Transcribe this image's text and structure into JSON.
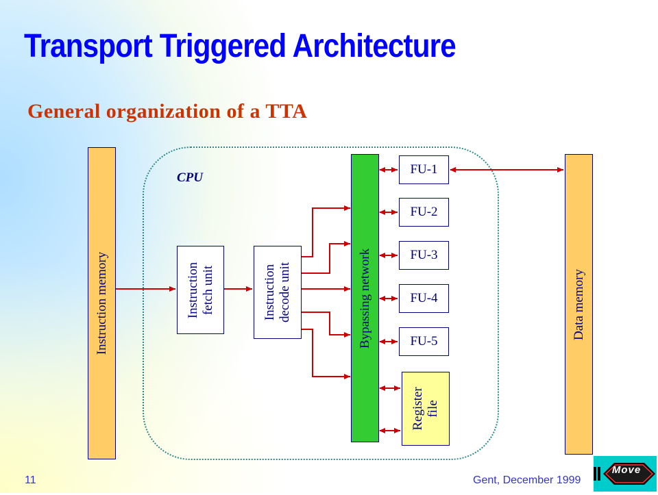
{
  "slide": {
    "title": "Transport Triggered Architecture",
    "subtitle": "General organization of a TTA",
    "slide_number": "11",
    "footer": "Gent, December 1999",
    "logo_text": "Move"
  },
  "diagram": {
    "cpu_label": "CPU",
    "instruction_memory": "Instruction memory",
    "fetch_unit": [
      "Instruction",
      "fetch unit"
    ],
    "decode_unit": [
      "Instruction",
      "decode unit"
    ],
    "bypassing_network": "Bypassing network",
    "functional_units": [
      "FU-1",
      "FU-2",
      "FU-3",
      "FU-4",
      "FU-5"
    ],
    "register_file": [
      "Register",
      "file"
    ],
    "data_memory": "Data memory"
  },
  "colors": {
    "title": "#0000ff",
    "subtitle": "#cc3300",
    "memory_fill": "#ffcc66",
    "network_fill": "#33cc33",
    "register_fill": "#ffff99",
    "wire": "#cc0000",
    "text": "#000080"
  }
}
